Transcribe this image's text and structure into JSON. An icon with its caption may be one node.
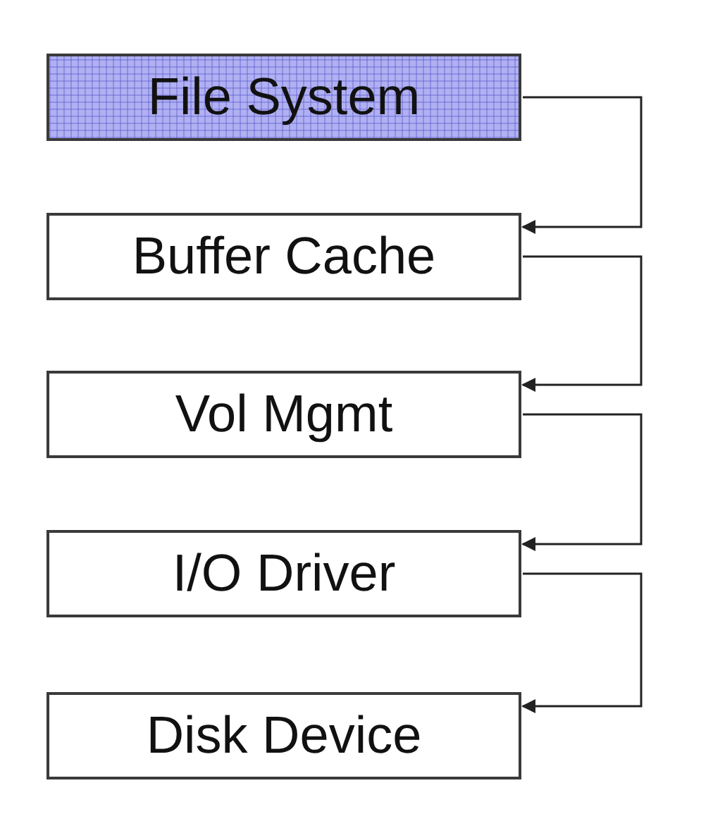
{
  "diagram": {
    "nodes": [
      {
        "text": [
          "File System"
        ]
      },
      {
        "text": [
          "Buffer Cache"
        ]
      },
      {
        "text": [
          "Vol Mgmt"
        ]
      },
      {
        "text": [
          "I/O Driver"
        ]
      },
      {
        "text": [
          "Disk Device"
        ]
      }
    ],
    "edges": [
      {
        "from": 0,
        "to": 1,
        "arrow": "to"
      },
      {
        "from": 1,
        "to": 2,
        "arrow": "to"
      },
      {
        "from": 2,
        "to": 3,
        "arrow": "to"
      },
      {
        "from": 3,
        "to": 4,
        "arrow": "to"
      }
    ]
  }
}
